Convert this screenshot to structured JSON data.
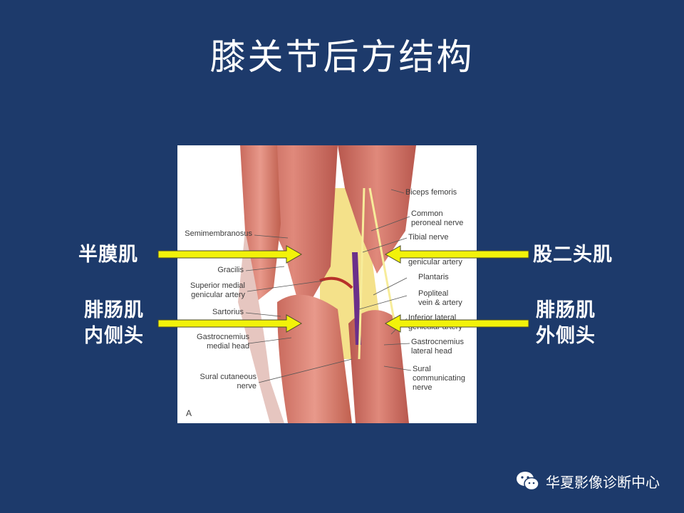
{
  "slide": {
    "title": "膝关节后方结构"
  },
  "side_labels": {
    "left_top": "半膜肌",
    "left_bottom": "腓肠肌\n内侧头",
    "right_top": "股二头肌",
    "right_bottom": "腓肠肌\n外侧头"
  },
  "figure": {
    "panel_letter": "A",
    "left_labels": [
      "Semimembranosus",
      "Gracilis",
      "Superior medial\ngenicular artery",
      "Sartorius",
      "Gastrocnemius\nmedial head",
      "Sural cutaneous\nnerve"
    ],
    "right_labels": [
      "Biceps femoris",
      "Common\nperoneal nerve",
      "Tibial nerve",
      "genicular artery",
      "Plantaris",
      "Popliteal\nvein & artery",
      "Inferior lateral\ngenicular artery",
      "Gastrocnemius\nlateral head",
      "Sural\ncommunicating\nnerve"
    ]
  },
  "colors": {
    "background": "#1d3a6b",
    "arrow_fill": "#f2f20a",
    "muscle": "#d9776a",
    "nerve": "#f3e07a"
  },
  "footer": {
    "brand": "华夏影像诊断中心",
    "icon": "wechat-icon"
  }
}
